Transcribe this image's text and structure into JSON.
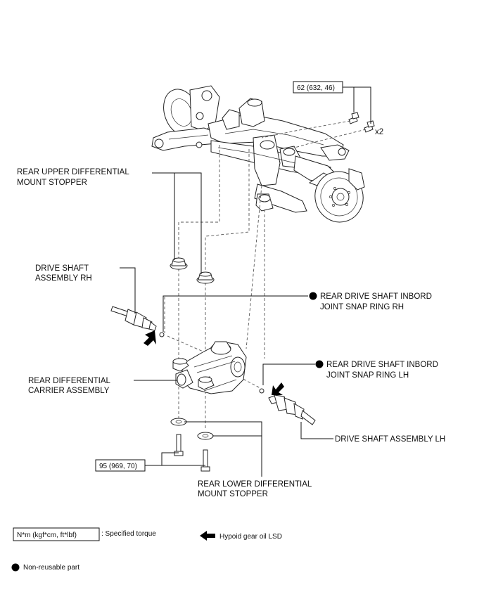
{
  "labels": {
    "torque_top": "62 (632, 46)",
    "qty_top": "x2",
    "upper_stopper_l1": "REAR UPPER DIFFERENTIAL",
    "upper_stopper_l2": "MOUNT STOPPER",
    "drive_shaft_rh_l1": "DRIVE SHAFT",
    "drive_shaft_rh_l2": "ASSEMBLY RH",
    "snap_rh_l1": "REAR DRIVE SHAFT INBORD",
    "snap_rh_l2": "JOINT SNAP RING RH",
    "snap_lh_l1": "REAR DRIVE SHAFT INBORD",
    "snap_lh_l2": "JOINT SNAP RING LH",
    "diff_carrier_l1": "REAR DIFFERENTIAL",
    "diff_carrier_l2": "CARRIER ASSEMBLY",
    "drive_shaft_lh": "DRIVE SHAFT ASSEMBLY LH",
    "torque_bottom": "95 (969, 70)",
    "lower_stopper_l1": "REAR LOWER DIFFERENTIAL",
    "lower_stopper_l2": "MOUNT STOPPER"
  },
  "legend": {
    "torque_box": "N*m (kgf*cm, ft*lbf)",
    "torque_desc": ": Specified torque",
    "oil_desc": "Hypoid gear oil LSD",
    "nonreusable_desc": "Non-reusable part"
  }
}
